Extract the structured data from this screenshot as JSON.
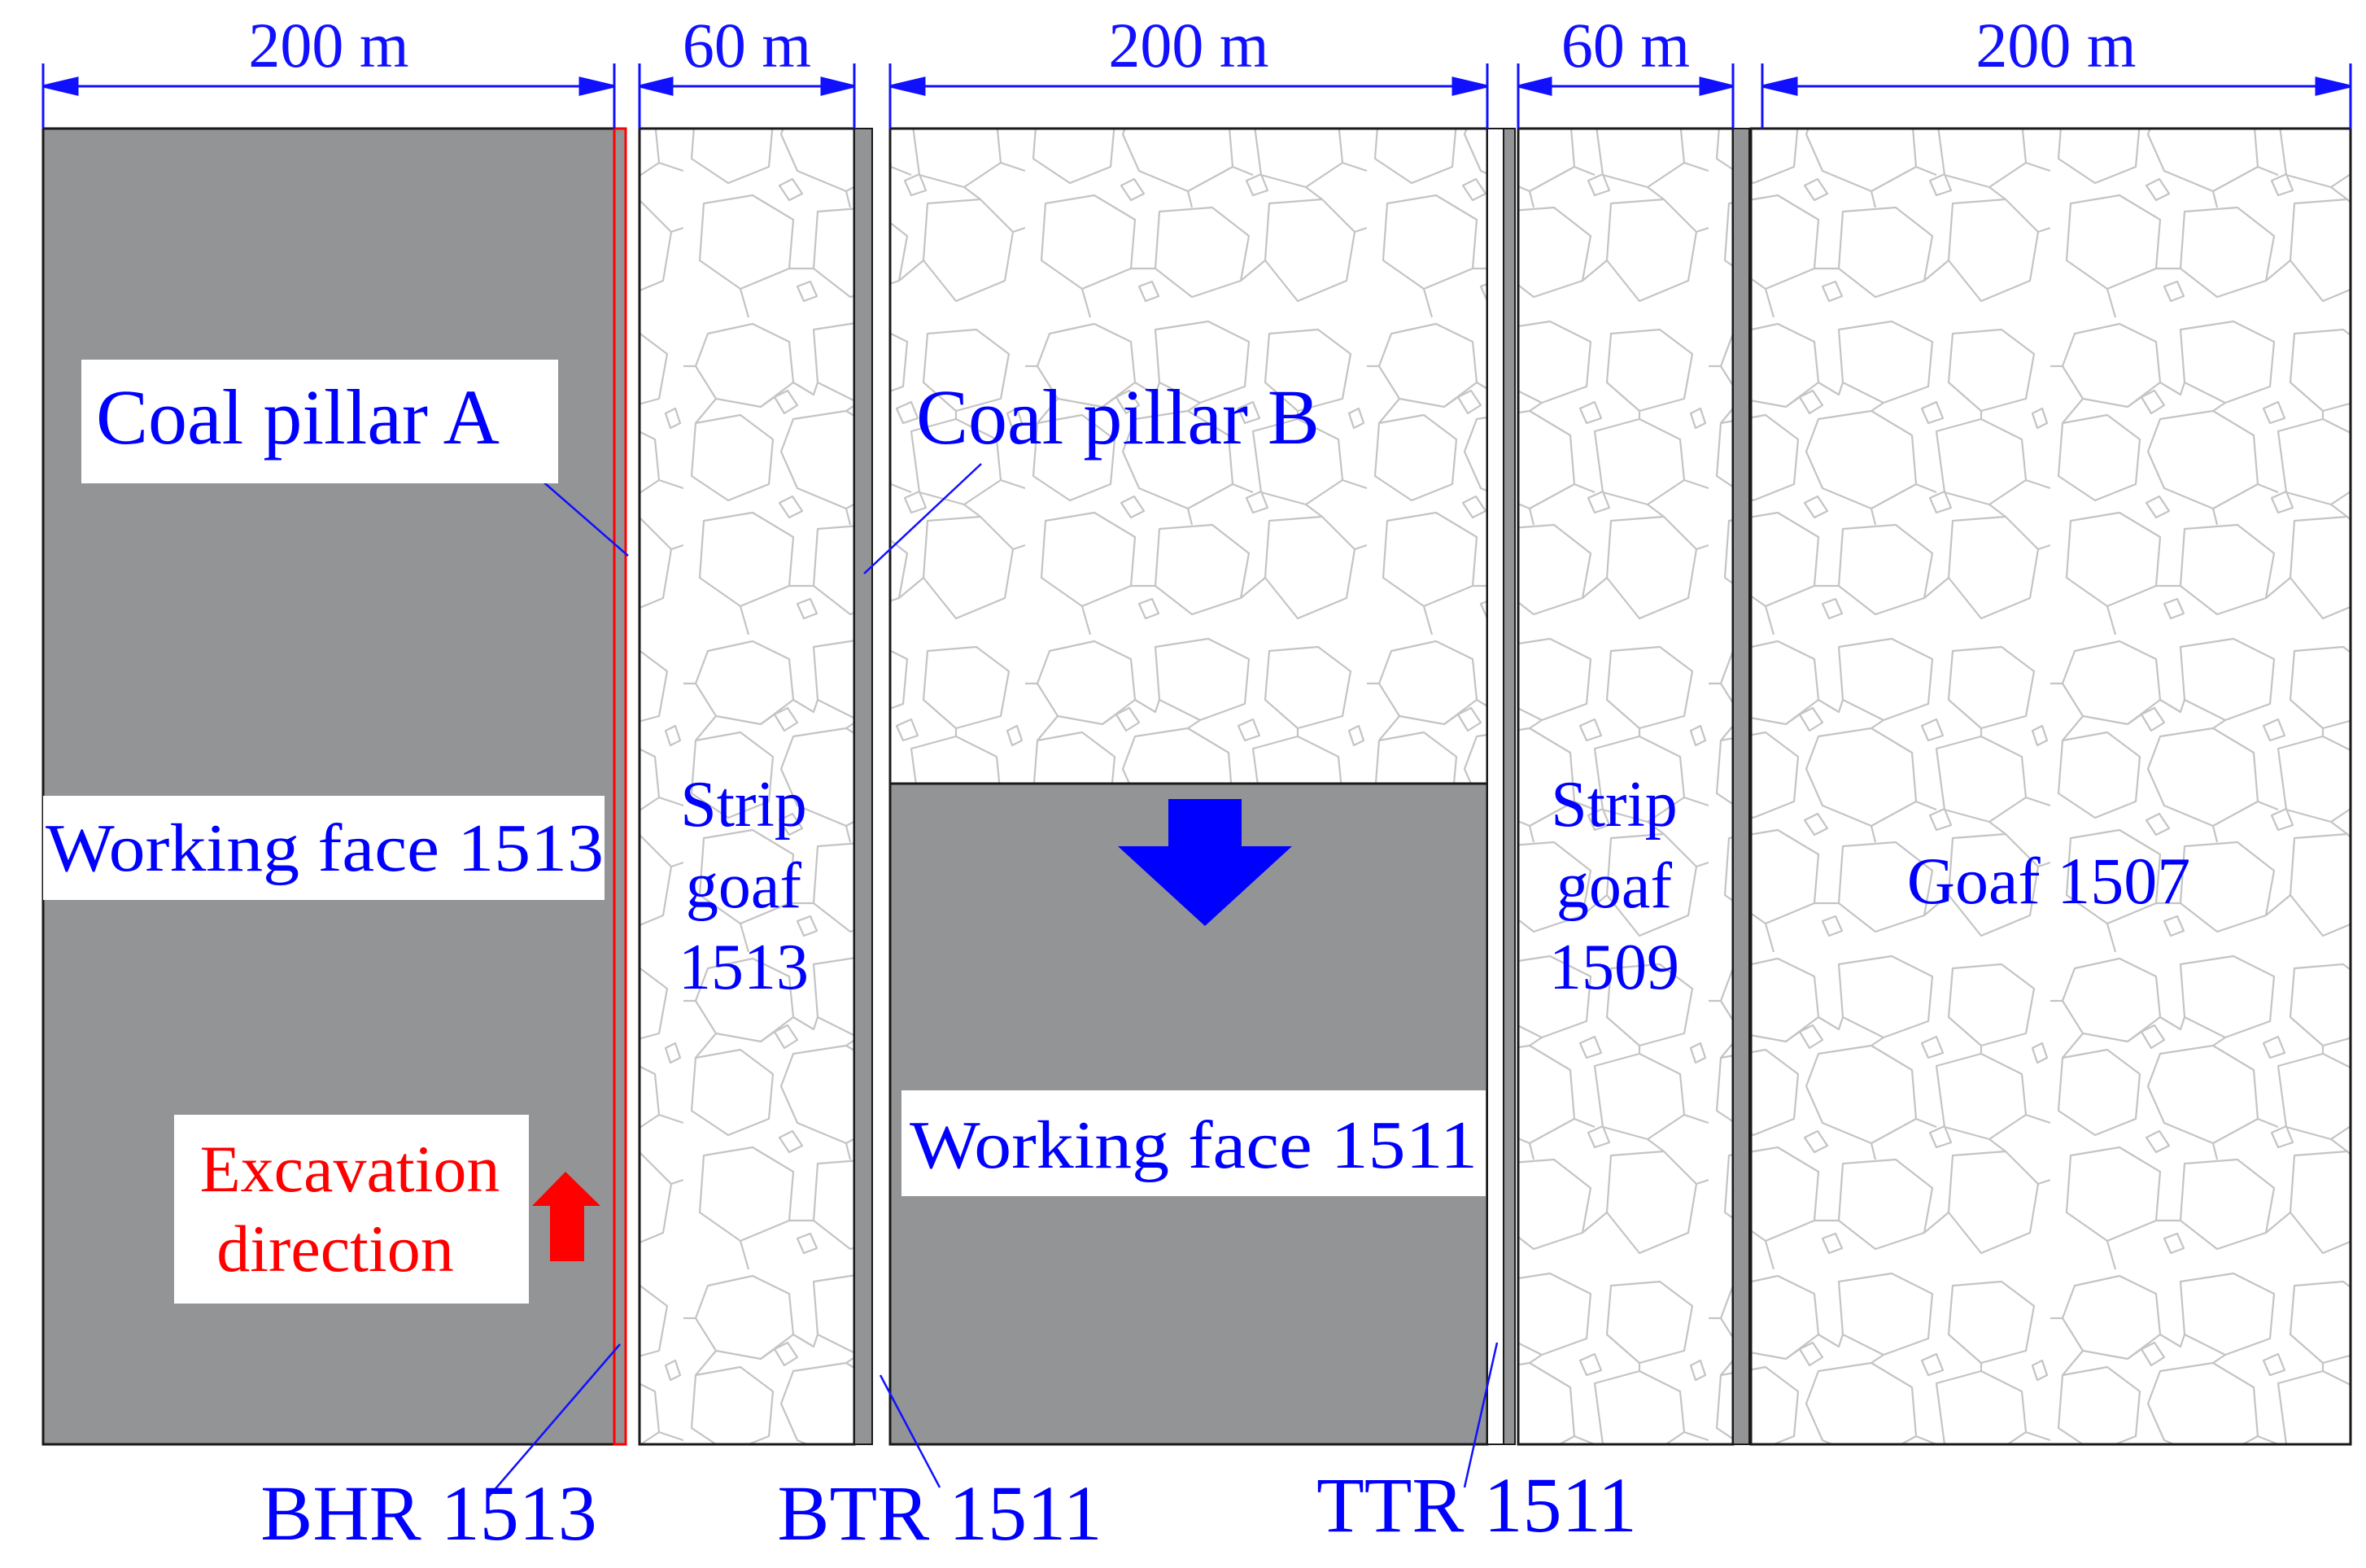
{
  "dimensions": {
    "panel_a_width": "200 m",
    "strip_1513_width": "60 m",
    "panel_1511_width": "200 m",
    "strip_1509_width": "60 m",
    "goaf_1507_width": "200 m"
  },
  "labels": {
    "coal_pillar_a": "Coal pillar A",
    "coal_pillar_b": "Coal pillar B",
    "working_face_1513": "Working face 1513",
    "working_face_1511": "Working face 1511",
    "strip_goaf_1513": [
      "Strip",
      "goaf",
      "1513"
    ],
    "strip_goaf_1509": [
      "Strip",
      "goaf",
      "1509"
    ],
    "goaf_1507": "Goaf 1507",
    "excavation_direction": [
      "Excavation",
      "direction"
    ],
    "bhr_1513": "BHR 1513",
    "btr_1511": "BTR 1511",
    "ttr_1511": "TTR 1511"
  },
  "colors": {
    "coal": "#939496",
    "goaf_fill": "#ffffff",
    "rock_outline": "#c4c4c4",
    "outline": "#1a1a1a",
    "label_blue": "#0000ff",
    "label_red": "#ff0000",
    "dim_blue": "#1010ff"
  }
}
